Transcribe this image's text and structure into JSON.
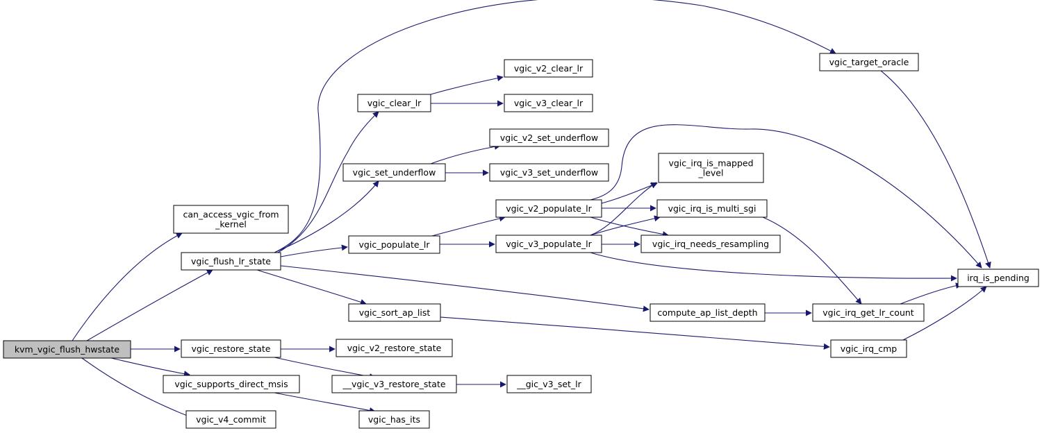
{
  "graph": {
    "colors": {
      "edge": "#191970",
      "node_fill": "#ffffff",
      "node_border": "#000000",
      "root_fill": "#bfbfbf"
    },
    "nodes": [
      {
        "id": "kvm_vgic_flush_hwstate",
        "lines": [
          "kvm_vgic_flush_hwstate"
        ],
        "root": true
      },
      {
        "id": "can_access_vgic_from_kernel",
        "lines": [
          "can_access_vgic_from",
          "_kernel"
        ]
      },
      {
        "id": "vgic_flush_lr_state",
        "lines": [
          "vgic_flush_lr_state"
        ]
      },
      {
        "id": "vgic_restore_state",
        "lines": [
          "vgic_restore_state"
        ]
      },
      {
        "id": "vgic_supports_direct_msis",
        "lines": [
          "vgic_supports_direct_msis"
        ]
      },
      {
        "id": "vgic_v4_commit",
        "lines": [
          "vgic_v4_commit"
        ]
      },
      {
        "id": "vgic_clear_lr",
        "lines": [
          "vgic_clear_lr"
        ]
      },
      {
        "id": "vgic_set_underflow",
        "lines": [
          "vgic_set_underflow"
        ]
      },
      {
        "id": "vgic_populate_lr",
        "lines": [
          "vgic_populate_lr"
        ]
      },
      {
        "id": "vgic_sort_ap_list",
        "lines": [
          "vgic_sort_ap_list"
        ]
      },
      {
        "id": "vgic_v2_restore_state",
        "lines": [
          "vgic_v2_restore_state"
        ]
      },
      {
        "id": "__vgic_v3_restore_state",
        "lines": [
          "__vgic_v3_restore_state"
        ]
      },
      {
        "id": "vgic_has_its",
        "lines": [
          "vgic_has_its"
        ]
      },
      {
        "id": "vgic_v2_clear_lr",
        "lines": [
          "vgic_v2_clear_lr"
        ]
      },
      {
        "id": "vgic_v3_clear_lr",
        "lines": [
          "vgic_v3_clear_lr"
        ]
      },
      {
        "id": "vgic_v2_set_underflow",
        "lines": [
          "vgic_v2_set_underflow"
        ]
      },
      {
        "id": "vgic_v3_set_underflow",
        "lines": [
          "vgic_v3_set_underflow"
        ]
      },
      {
        "id": "vgic_v2_populate_lr",
        "lines": [
          "vgic_v2_populate_lr"
        ]
      },
      {
        "id": "vgic_v3_populate_lr",
        "lines": [
          "vgic_v3_populate_lr"
        ]
      },
      {
        "id": "__gic_v3_set_lr",
        "lines": [
          "__gic_v3_set_lr"
        ]
      },
      {
        "id": "vgic_target_oracle",
        "lines": [
          "vgic_target_oracle"
        ]
      },
      {
        "id": "vgic_irq_is_mapped_level",
        "lines": [
          "vgic_irq_is_mapped",
          "_level"
        ]
      },
      {
        "id": "vgic_irq_is_multi_sgi",
        "lines": [
          "vgic_irq_is_multi_sgi"
        ]
      },
      {
        "id": "vgic_irq_needs_resampling",
        "lines": [
          "vgic_irq_needs_resampling"
        ]
      },
      {
        "id": "compute_ap_list_depth",
        "lines": [
          "compute_ap_list_depth"
        ]
      },
      {
        "id": "vgic_irq_get_lr_count",
        "lines": [
          "vgic_irq_get_lr_count"
        ]
      },
      {
        "id": "vgic_irq_cmp",
        "lines": [
          "vgic_irq_cmp"
        ]
      },
      {
        "id": "irq_is_pending",
        "lines": [
          "irq_is_pending"
        ]
      }
    ],
    "edges": [
      {
        "from": "kvm_vgic_flush_hwstate",
        "to": "can_access_vgic_from_kernel"
      },
      {
        "from": "kvm_vgic_flush_hwstate",
        "to": "vgic_flush_lr_state"
      },
      {
        "from": "kvm_vgic_flush_hwstate",
        "to": "vgic_restore_state"
      },
      {
        "from": "kvm_vgic_flush_hwstate",
        "to": "vgic_supports_direct_msis"
      },
      {
        "from": "kvm_vgic_flush_hwstate",
        "to": "vgic_v4_commit"
      },
      {
        "from": "vgic_flush_lr_state",
        "to": "vgic_target_oracle"
      },
      {
        "from": "vgic_flush_lr_state",
        "to": "vgic_clear_lr"
      },
      {
        "from": "vgic_flush_lr_state",
        "to": "vgic_set_underflow"
      },
      {
        "from": "vgic_flush_lr_state",
        "to": "vgic_populate_lr"
      },
      {
        "from": "vgic_flush_lr_state",
        "to": "vgic_sort_ap_list"
      },
      {
        "from": "vgic_flush_lr_state",
        "to": "compute_ap_list_depth"
      },
      {
        "from": "vgic_flush_lr_state",
        "to": "irq_is_pending"
      },
      {
        "from": "vgic_clear_lr",
        "to": "vgic_v2_clear_lr"
      },
      {
        "from": "vgic_clear_lr",
        "to": "vgic_v3_clear_lr"
      },
      {
        "from": "vgic_set_underflow",
        "to": "vgic_v2_set_underflow"
      },
      {
        "from": "vgic_set_underflow",
        "to": "vgic_v3_set_underflow"
      },
      {
        "from": "vgic_populate_lr",
        "to": "vgic_v2_populate_lr"
      },
      {
        "from": "vgic_populate_lr",
        "to": "vgic_v3_populate_lr"
      },
      {
        "from": "vgic_v2_populate_lr",
        "to": "irq_is_pending"
      },
      {
        "from": "vgic_v2_populate_lr",
        "to": "vgic_irq_is_mapped_level"
      },
      {
        "from": "vgic_v2_populate_lr",
        "to": "vgic_irq_is_multi_sgi"
      },
      {
        "from": "vgic_v2_populate_lr",
        "to": "vgic_irq_needs_resampling"
      },
      {
        "from": "vgic_v3_populate_lr",
        "to": "vgic_irq_is_mapped_level"
      },
      {
        "from": "vgic_v3_populate_lr",
        "to": "vgic_irq_is_multi_sgi"
      },
      {
        "from": "vgic_v3_populate_lr",
        "to": "vgic_irq_needs_resampling"
      },
      {
        "from": "vgic_v3_populate_lr",
        "to": "irq_is_pending"
      },
      {
        "from": "vgic_sort_ap_list",
        "to": "vgic_irq_cmp"
      },
      {
        "from": "compute_ap_list_depth",
        "to": "vgic_irq_get_lr_count"
      },
      {
        "from": "vgic_irq_is_multi_sgi",
        "to": "vgic_irq_get_lr_count"
      },
      {
        "from": "vgic_irq_get_lr_count",
        "to": "irq_is_pending"
      },
      {
        "from": "vgic_irq_cmp",
        "to": "irq_is_pending"
      },
      {
        "from": "vgic_target_oracle",
        "to": "irq_is_pending"
      },
      {
        "from": "vgic_restore_state",
        "to": "vgic_v2_restore_state"
      },
      {
        "from": "vgic_restore_state",
        "to": "__vgic_v3_restore_state"
      },
      {
        "from": "__vgic_v3_restore_state",
        "to": "__gic_v3_set_lr"
      },
      {
        "from": "vgic_supports_direct_msis",
        "to": "vgic_has_its"
      }
    ]
  }
}
